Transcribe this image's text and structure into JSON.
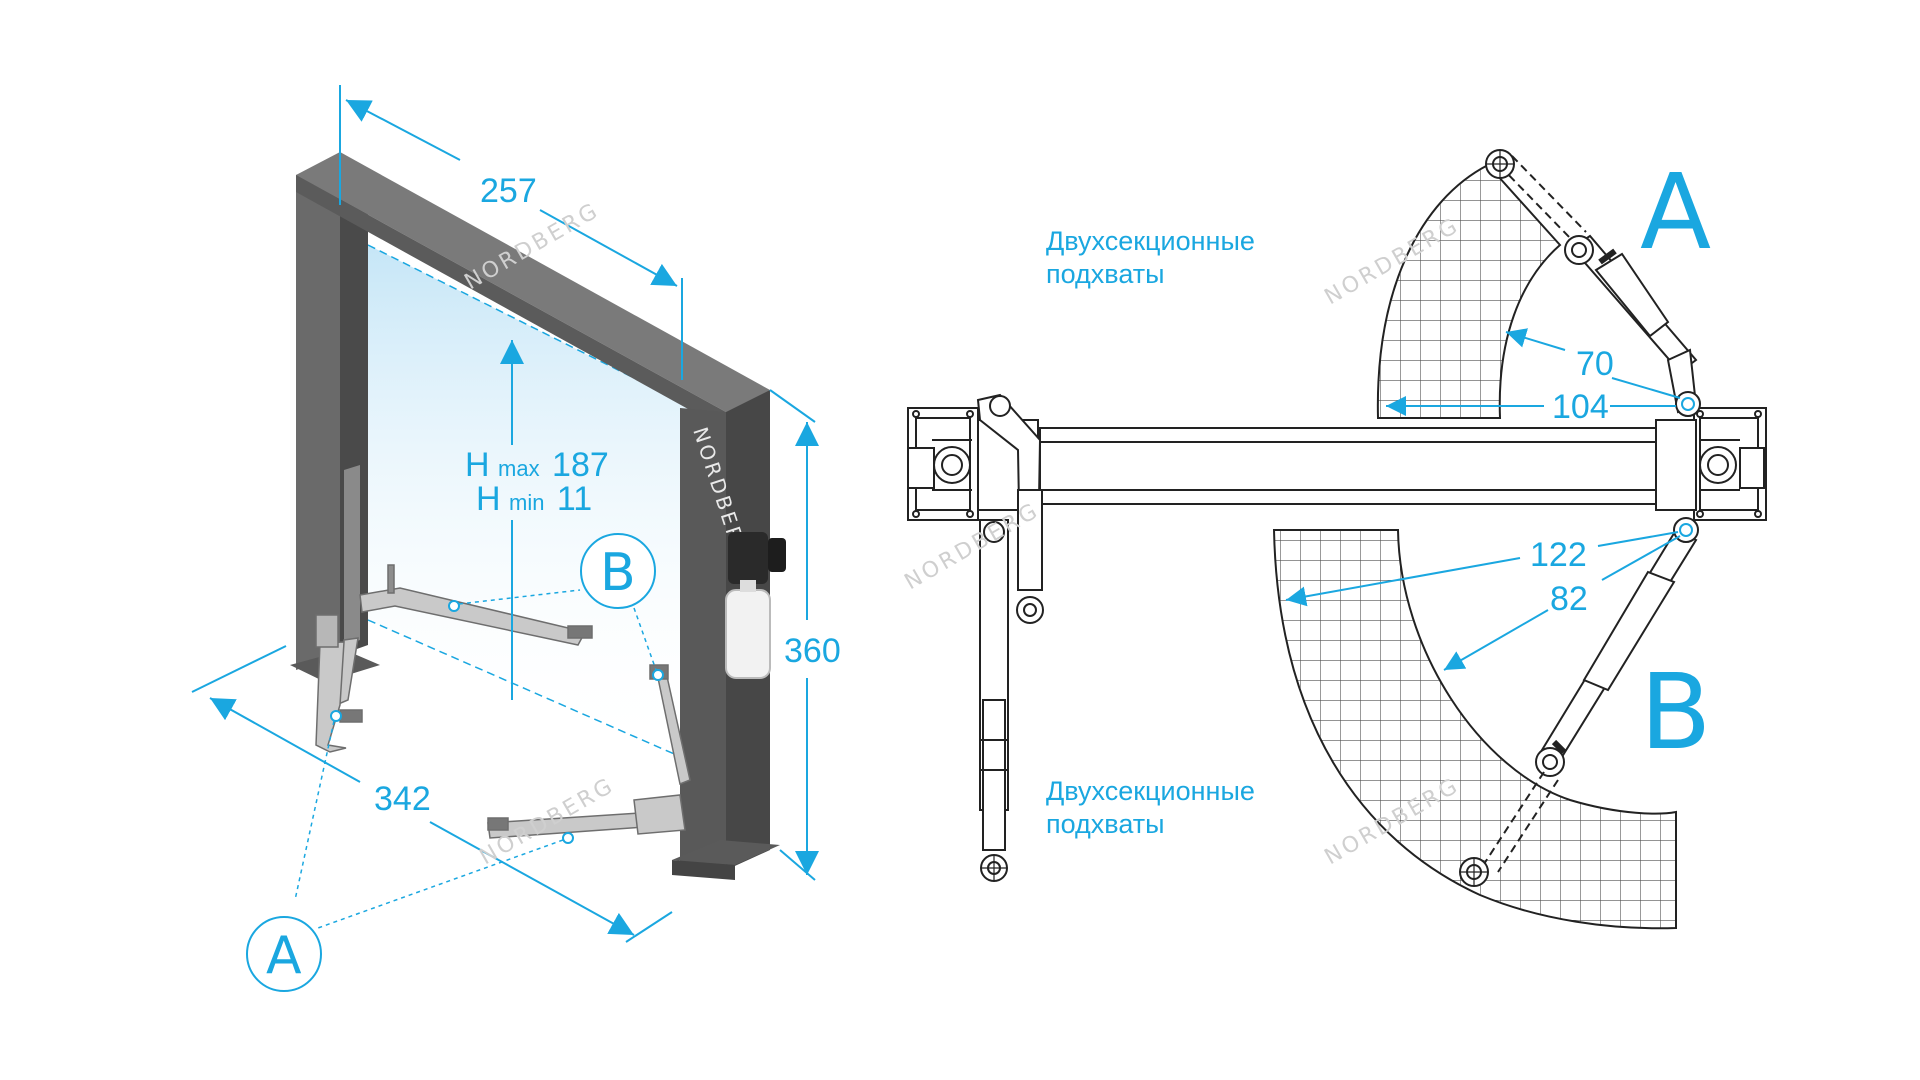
{
  "colors": {
    "accent": "#1aa7e0",
    "frame": "#4f4f4f",
    "line": "#222222"
  },
  "dimensions": {
    "width_top": "257",
    "height_total": "360",
    "width_base": "342",
    "h_label": "H",
    "h_max_sub": "max",
    "h_max_value": "187",
    "h_min_sub": "min",
    "h_min_value": "11",
    "arm_a_short": "70",
    "arm_a_long": "104",
    "arm_b_long": "122",
    "arm_b_short": "82"
  },
  "labels": {
    "marker_a": "A",
    "marker_b": "B",
    "zone_a": "A",
    "zone_b": "B",
    "note_top_line1": "Двухсекционные",
    "note_top_line2": "подхваты",
    "note_bottom_line1": "Двухсекционные",
    "note_bottom_line2": "подхваты",
    "brand_column": "NORDBERG"
  },
  "icons": {
    "marker": "circle-letter-icon",
    "arm_pivot": "crosshair-circle-icon"
  }
}
